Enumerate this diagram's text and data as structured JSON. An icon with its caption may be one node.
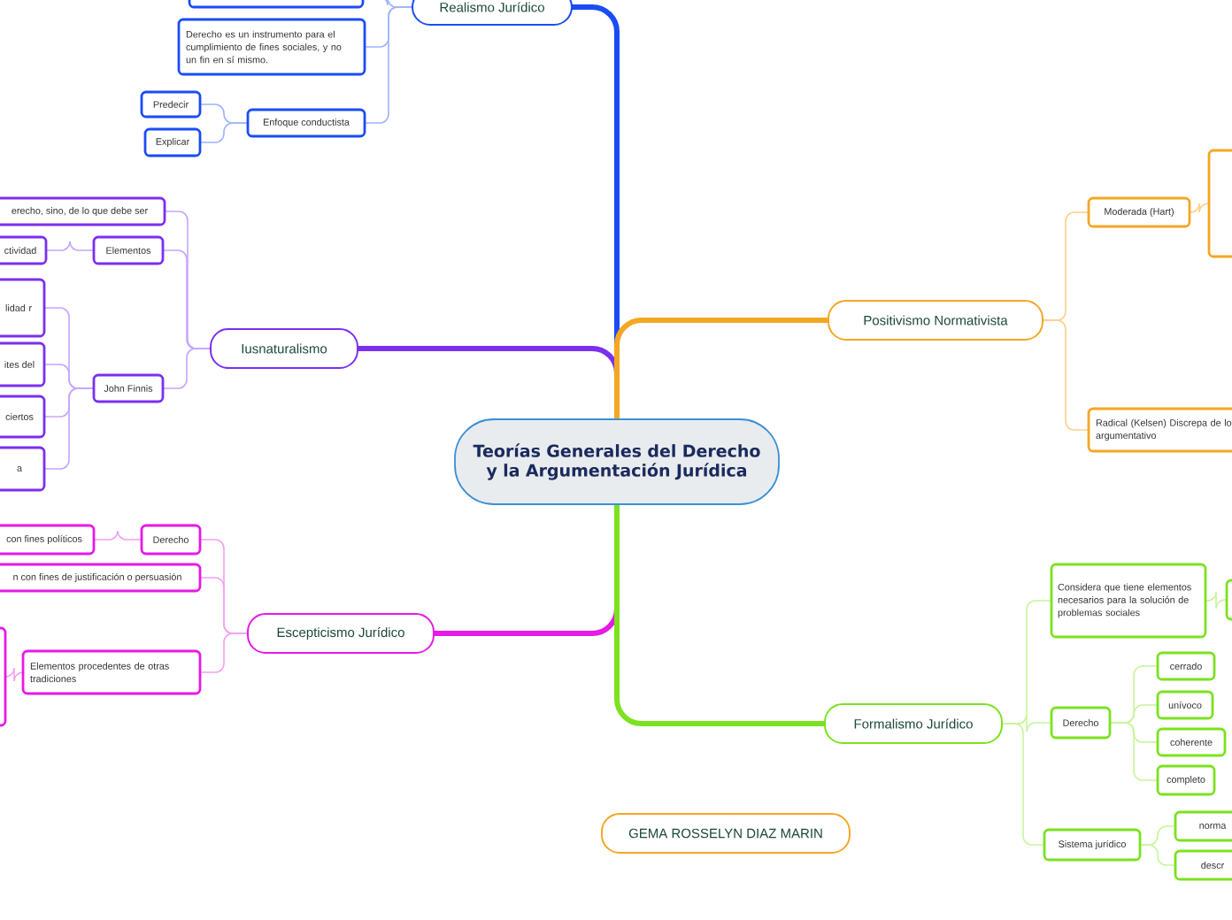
{
  "diagram": {
    "nodes": [
      {
        "text": [
          "Teorías Generales del Derecho y la Argumentación Jurídica"
        ]
      },
      {
        "text": [
          "Realismo Jurídico"
        ]
      },
      {
        "text": [],
        "shape": "box"
      },
      {
        "text": [
          "Derecho es un instrumento para el cumplimiento de fines sociales, y no un fin en sí mismo."
        ]
      },
      {
        "text": [
          "Enfoque conductista"
        ]
      },
      {
        "text": [
          "Predecir"
        ]
      },
      {
        "text": [
          "Explicar"
        ]
      },
      {
        "text": [
          "Iusnaturalismo"
        ]
      },
      {
        "text": [
          "erecho, sino, de lo que debe ser"
        ]
      },
      {
        "text": [
          "Elementos"
        ]
      },
      {
        "text": [
          "ctividad"
        ]
      },
      {
        "text": [
          "John Finnis"
        ]
      },
      {
        "text": [
          "lidad r"
        ]
      },
      {
        "text": [
          "ites del"
        ]
      },
      {
        "text": [
          "ciertos"
        ]
      },
      {
        "text": [
          "a"
        ]
      },
      {
        "text": [
          "Escepticismo Jurídico"
        ]
      },
      {
        "text": [
          "Derecho"
        ]
      },
      {
        "text": [
          "con fines políticos"
        ]
      },
      {
        "text": [
          "n con fines de justificación o persuasión"
        ]
      },
      {
        "text": [
          "Elementos procedentes de otras tradiciones"
        ]
      },
      {
        "text": [],
        "shape": "box"
      },
      {
        "text": [
          "Positivismo Normativista"
        ]
      },
      {
        "text": [
          "Moderada (Hart)"
        ]
      },
      {
        "text": [],
        "shape": "box"
      },
      {
        "text": [
          "Radical (Kelsen) Discrepa de lo argumentativo"
        ]
      },
      {
        "text": [
          "Formalismo Jurídico"
        ]
      },
      {
        "text": [
          "Considera que tiene elementos necesarios para la solución de problemas sociales"
        ]
      },
      {
        "text": [],
        "shape": "box"
      },
      {
        "text": [
          "Derecho"
        ]
      },
      {
        "text": [
          "cerrado"
        ]
      },
      {
        "text": [
          "unívoco"
        ]
      },
      {
        "text": [
          "coherente"
        ]
      },
      {
        "text": [
          "completo"
        ]
      },
      {
        "text": [
          "Sistema jurídico"
        ]
      },
      {
        "text": [
          "norma"
        ]
      },
      {
        "text": [
          "descr"
        ]
      },
      {
        "text": [
          "GEMA ROSSELYN DIAZ MARIN"
        ]
      }
    ],
    "edges": [
      {
        "from": 0,
        "to": 1,
        "arrow": "none",
        "style": "thick",
        "color": "#1a4cf5"
      },
      {
        "from": 1,
        "to": 2,
        "arrow": "none",
        "color": "#9fb4ff"
      },
      {
        "from": 1,
        "to": 3,
        "arrow": "none",
        "color": "#9fb4ff"
      },
      {
        "from": 1,
        "to": 4,
        "arrow": "none",
        "color": "#9fb4ff"
      },
      {
        "from": 4,
        "to": 5,
        "arrow": "none",
        "color": "#9fb4ff"
      },
      {
        "from": 4,
        "to": 6,
        "arrow": "none",
        "color": "#9fb4ff"
      },
      {
        "from": 0,
        "to": 7,
        "arrow": "none",
        "style": "thick",
        "color": "#7b2ff0"
      },
      {
        "from": 7,
        "to": 8,
        "arrow": "none",
        "color": "#c6a6ff"
      },
      {
        "from": 7,
        "to": 9,
        "arrow": "none",
        "color": "#c6a6ff"
      },
      {
        "from": 9,
        "to": 10,
        "arrow": "none",
        "color": "#c6a6ff"
      },
      {
        "from": 7,
        "to": 11,
        "arrow": "none",
        "color": "#c6a6ff"
      },
      {
        "from": 11,
        "to": 12,
        "arrow": "none",
        "color": "#c6a6ff"
      },
      {
        "from": 11,
        "to": 13,
        "arrow": "none",
        "color": "#c6a6ff"
      },
      {
        "from": 11,
        "to": 14,
        "arrow": "none",
        "color": "#c6a6ff"
      },
      {
        "from": 11,
        "to": 15,
        "arrow": "none",
        "color": "#c6a6ff"
      },
      {
        "from": 0,
        "to": 16,
        "arrow": "none",
        "style": "thick",
        "color": "#e619e6"
      },
      {
        "from": 16,
        "to": 17,
        "arrow": "none",
        "color": "#f5a0f5"
      },
      {
        "from": 17,
        "to": 18,
        "arrow": "none",
        "color": "#f5a0f5"
      },
      {
        "from": 16,
        "to": 19,
        "arrow": "none",
        "color": "#f5a0f5"
      },
      {
        "from": 16,
        "to": 20,
        "arrow": "none",
        "color": "#f5a0f5"
      },
      {
        "from": 20,
        "to": 21,
        "arrow": "none",
        "color": "#f5a0f5"
      },
      {
        "from": 0,
        "to": 22,
        "arrow": "none",
        "style": "thick",
        "color": "#f5a623"
      },
      {
        "from": 22,
        "to": 23,
        "arrow": "none",
        "color": "#ffd08a"
      },
      {
        "from": 23,
        "to": 24,
        "arrow": "none",
        "color": "#ffd08a"
      },
      {
        "from": 22,
        "to": 25,
        "arrow": "none",
        "color": "#ffd08a"
      },
      {
        "from": 0,
        "to": 26,
        "arrow": "none",
        "style": "thick",
        "color": "#7be21f"
      },
      {
        "from": 26,
        "to": 27,
        "arrow": "none",
        "color": "#c8f59c"
      },
      {
        "from": 27,
        "to": 28,
        "arrow": "none",
        "color": "#c8f59c"
      },
      {
        "from": 26,
        "to": 29,
        "arrow": "none",
        "color": "#c8f59c"
      },
      {
        "from": 29,
        "to": 30,
        "arrow": "none",
        "color": "#c8f59c"
      },
      {
        "from": 29,
        "to": 31,
        "arrow": "none",
        "color": "#c8f59c"
      },
      {
        "from": 29,
        "to": 32,
        "arrow": "none",
        "color": "#c8f59c"
      },
      {
        "from": 29,
        "to": 33,
        "arrow": "none",
        "color": "#c8f59c"
      },
      {
        "from": 26,
        "to": 34,
        "arrow": "none",
        "color": "#c8f59c"
      },
      {
        "from": 34,
        "to": 35,
        "arrow": "none",
        "color": "#c8f59c"
      },
      {
        "from": 34,
        "to": 36,
        "arrow": "none",
        "color": "#c8f59c"
      }
    ]
  }
}
